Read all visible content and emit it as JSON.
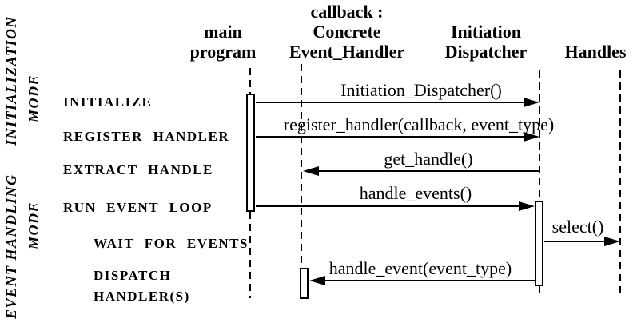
{
  "canvas": {
    "background": "#ffffff",
    "ink": "#000000"
  },
  "phases": [
    {
      "label": "INITIALIZATION",
      "sublabel": "MODE"
    },
    {
      "label": "EVENT HANDLING",
      "sublabel": "MODE"
    }
  ],
  "steps": [
    {
      "label": "INITIALIZE"
    },
    {
      "label": "REGISTER HANDLER"
    },
    {
      "label": "EXTRACT HANDLE"
    },
    {
      "label": "RUN EVENT LOOP"
    },
    {
      "label": "WAIT FOR EVENTS"
    },
    {
      "line1": "DISPATCH",
      "line2": "HANDLER(S)"
    }
  ],
  "actors": [
    {
      "id": "main-program",
      "lines": [
        "main",
        "program"
      ]
    },
    {
      "id": "concrete-event-handler",
      "lines": [
        "callback :",
        "Concrete",
        "Event_Handler"
      ]
    },
    {
      "id": "initiation-dispatcher",
      "lines": [
        "Initiation",
        "Dispatcher"
      ]
    },
    {
      "id": "handles",
      "lines": [
        "Handles"
      ]
    }
  ],
  "messages": [
    {
      "label": "Initiation_Dispatcher()",
      "from": "main program",
      "to": "Initiation Dispatcher",
      "direction": "right"
    },
    {
      "label": "register_handler(callback, event_type)",
      "from": "main program",
      "to": "Initiation Dispatcher",
      "direction": "right"
    },
    {
      "label": "get_handle()",
      "from": "Initiation Dispatcher",
      "to": "Concrete Event_Handler",
      "direction": "left"
    },
    {
      "label": "handle_events()",
      "from": "main program",
      "to": "Initiation Dispatcher",
      "direction": "right"
    },
    {
      "label": "select()",
      "from": "Initiation Dispatcher",
      "to": "Handles",
      "direction": "right"
    },
    {
      "label": "handle_event(event_type)",
      "from": "Initiation Dispatcher",
      "to": "Concrete Event_Handler",
      "direction": "left"
    }
  ]
}
